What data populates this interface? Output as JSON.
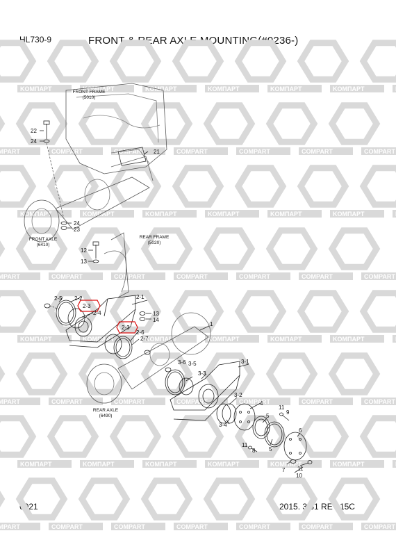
{
  "header": {
    "model": "HL730-9",
    "title": "FRONT & REAR AXLE MOUNTING(#0236-)"
  },
  "footer": {
    "page": "6021",
    "revision": "2015. 3.31  REV.15C"
  },
  "captions": {
    "front_frame": [
      "FRONT FRAME",
      "(5010)"
    ],
    "front_axle": [
      "FRONT AXLE",
      "(6410)"
    ],
    "rear_frame": [
      "REAR FRAME",
      "(5020)"
    ],
    "rear_axle": [
      "REAR AXLE",
      "(6490)"
    ]
  },
  "part_labels": {
    "p22": "22",
    "p24a": "24",
    "p21": "21",
    "p24b": "24",
    "p23": "23",
    "p12": "12",
    "p13": "13",
    "p2_5": "2-5",
    "p2_2": "2-2",
    "p2_3a": "2-3",
    "p2_4": "2-4",
    "p2_1": "2-1",
    "p13b": "13",
    "p14": "14",
    "p2_3b": "2-3",
    "p2_6": "2-6",
    "p2_7": "2-7",
    "p1": "1",
    "p3_6": "3-6",
    "p3_5": "3-5",
    "p3_1": "3-1",
    "p3_3": "3-3",
    "p3_2": "3-2",
    "p3_4": "3-4",
    "p4": "4",
    "p5": "5",
    "p11a": "11",
    "p9": "9",
    "p6": "6",
    "p11b": "11",
    "p8": "8",
    "p7": "7",
    "p11c": "11",
    "p10": "10"
  },
  "watermark": {
    "brand_a": "KOMПAPT",
    "brand_b": "COMPART",
    "color": "#d9d9d9"
  }
}
